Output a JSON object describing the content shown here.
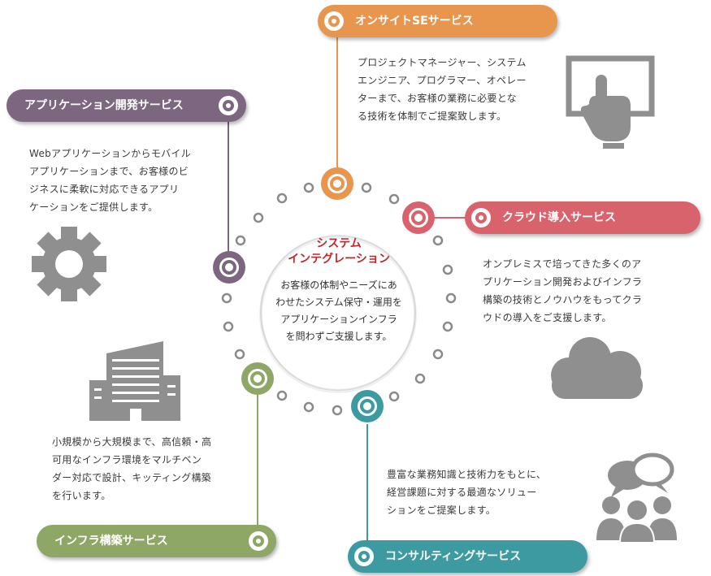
{
  "center": {
    "title_line1": "システム",
    "title_line2": "インテグレーション",
    "desc": [
      "お客様の体制やニーズにあ",
      "わせたシステム保守・運用を",
      "アプリケーションインフラ",
      "を問わずご支援します。"
    ]
  },
  "services": {
    "onsite": {
      "label": "オンサイトSEサービス",
      "color": "#e8954e",
      "desc": [
        "プロジェクトマネージャー、システム",
        "エンジニア、プログラマー、オペレー",
        "ターまで、お客様の業務に必要とな",
        "る技術を体制でご提案致します。"
      ],
      "icon": "touch-screen-icon"
    },
    "app": {
      "label": "アプリケーション開発サービス",
      "color": "#7d667f",
      "desc": [
        "Webアプリケーションからモバイル",
        "アプリケーションまで、お客様のビ",
        "ジネスに柔軟に対応できるアプリ",
        "ケーションをご提供します。"
      ],
      "icon": "gear-icon"
    },
    "cloud": {
      "label": "クラウド導入サービス",
      "color": "#d9636c",
      "desc": [
        "オンプレミスで培ってきた多くのア",
        "プリケーション開発およびインフラ",
        "構築の技術とノウハウをもってクラ",
        "ウドの導入をご支援します。"
      ],
      "icon": "cloud-icon"
    },
    "infra": {
      "label": "インフラ構築サービス",
      "color": "#8fa766",
      "desc": [
        "小規模から大規模まで、高信頼・高",
        "可用なインフラ環境をマルチベン",
        "ダー対応で設計、キッティング構築",
        "を行います。"
      ],
      "icon": "building-icon"
    },
    "consult": {
      "label": "コンサルティングサービス",
      "color": "#3d9aa1",
      "desc": [
        "豊富な業務知識と技術力をもとに、",
        "経営課題に対する最適なソリュー",
        "ションをご提案します。"
      ],
      "icon": "people-chat-icon"
    }
  }
}
